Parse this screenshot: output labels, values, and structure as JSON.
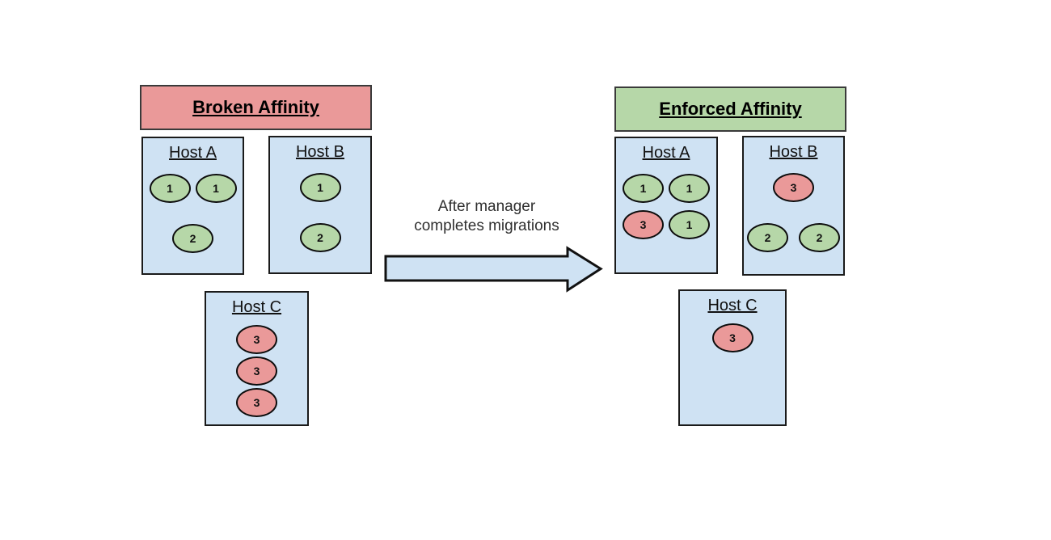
{
  "diagram": {
    "before": {
      "title": "Broken Affinity",
      "hosts": {
        "a": {
          "name": "Host A",
          "rows": [
            [
              {
                "label": "1",
                "color": "green"
              },
              {
                "label": "1",
                "color": "green"
              }
            ],
            [
              {
                "label": "2",
                "color": "green"
              }
            ]
          ]
        },
        "b": {
          "name": "Host B",
          "rows": [
            [
              {
                "label": "1",
                "color": "green"
              }
            ],
            [
              {
                "label": "2",
                "color": "green"
              }
            ]
          ]
        },
        "c": {
          "name": "Host C",
          "rows": [
            [
              {
                "label": "3",
                "color": "red"
              }
            ],
            [
              {
                "label": "3",
                "color": "red"
              }
            ],
            [
              {
                "label": "3",
                "color": "red"
              }
            ]
          ]
        }
      }
    },
    "after": {
      "title": "Enforced Affinity",
      "hosts": {
        "a": {
          "name": "Host A",
          "rows": [
            [
              {
                "label": "1",
                "color": "green"
              },
              {
                "label": "1",
                "color": "green"
              }
            ],
            [
              {
                "label": "3",
                "color": "red"
              },
              {
                "label": "1",
                "color": "green"
              }
            ]
          ]
        },
        "b": {
          "name": "Host B",
          "rows": [
            [
              {
                "label": "3",
                "color": "red"
              }
            ],
            [
              {
                "label": "2",
                "color": "green"
              },
              {
                "label": "2",
                "color": "green"
              }
            ]
          ]
        },
        "c": {
          "name": "Host C",
          "rows": [
            [
              {
                "label": "3",
                "color": "red"
              }
            ]
          ]
        }
      }
    },
    "transition": {
      "line1": "After manager",
      "line2": "completes migrations",
      "arrow_icon": "right-block-arrow"
    },
    "colors": {
      "broken_title_bg": "#ea9999",
      "enforced_title_bg": "#b6d7a8",
      "host_bg": "#cfe2f3",
      "vm_green": "#b6d7a8",
      "vm_red": "#ea9999",
      "arrow_fill": "#cfe2f3",
      "border_dark": "#1a1a1a"
    }
  }
}
